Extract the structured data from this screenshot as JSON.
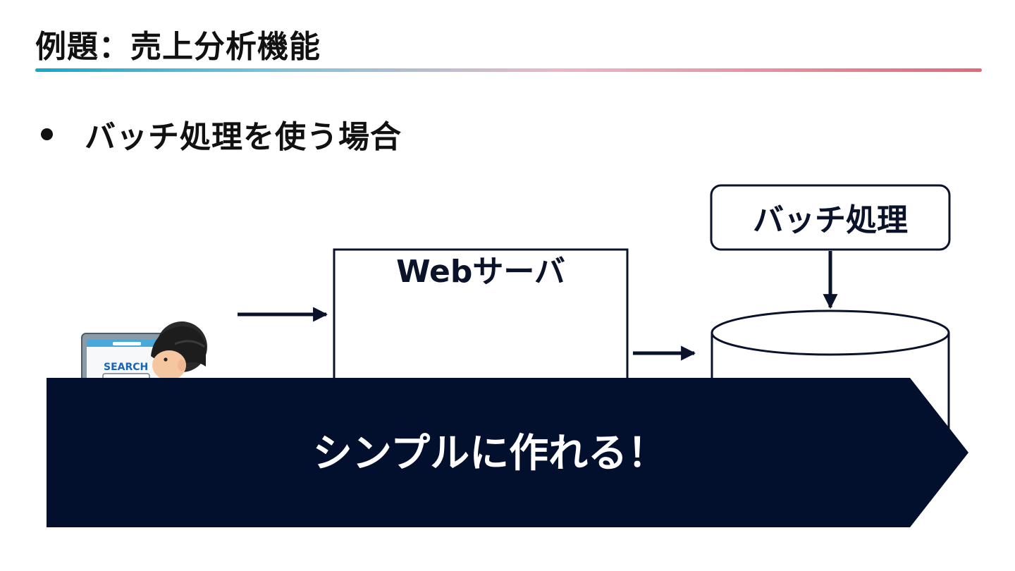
{
  "slide": {
    "title": "例題：売上分析機能",
    "bullet": "バッチ処理を使う場合"
  },
  "diagram": {
    "web_server_label": "Webサーバ",
    "batch_label": "バッチ処理",
    "laptop_screen_text": "SEARCH",
    "database_label": ""
  },
  "banner": {
    "text": "シンプルに作れる！"
  },
  "colors": {
    "navy": "#0b132b",
    "banner_fill": "#02102e",
    "rule_start": "#14a7c9",
    "rule_end": "#e36879"
  },
  "icons": {
    "user": "person-with-laptop-illustration",
    "database": "database-cylinder"
  }
}
